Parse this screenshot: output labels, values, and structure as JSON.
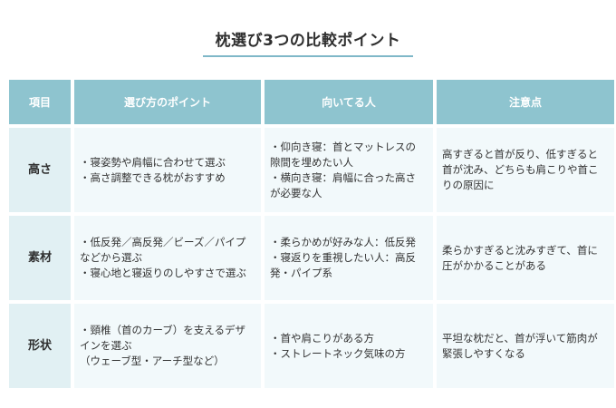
{
  "title": "枕選び3つの比較ポイント",
  "headers": [
    "項目",
    "選び方のポイント",
    "向いてる人",
    "注意点"
  ],
  "rows": [
    {
      "item": "高さ",
      "points": [
        "・寝姿勢や肩幅に合わせて選ぶ",
        "・高さ調整できる枕がおすすめ"
      ],
      "suited": [
        "・仰向き寝：首とマットレスの",
        "隙間を埋めたい人",
        "・横向き寝：肩幅に合った高さ",
        "が必要な人"
      ],
      "notes": [
        "高すぎると首が反り、低すぎると",
        "首が沈み、どちらも肩こりや首こ",
        "りの原因に"
      ]
    },
    {
      "item": "素材",
      "points": [
        "・低反発／高反発／ビーズ／パイプ",
        "などから選ぶ",
        "・寝心地と寝返りのしやすさで選ぶ"
      ],
      "suited": [
        "・柔らかめが好みな人：低反発",
        "・寝返りを重視したい人：高反",
        "発・パイプ系"
      ],
      "notes": [
        "柔らかすぎると沈みすぎて、首に",
        "圧がかかることがある"
      ]
    },
    {
      "item": "形状",
      "points": [
        "・頸椎（首のカーブ）を支えるデザ",
        "インを選ぶ",
        "（ウェーブ型・アーチ型など）"
      ],
      "suited": [
        "・首や肩こりがある方",
        "・ストレートネック気味の方"
      ],
      "notes": [
        "平坦な枕だと、首が浮いて筋肉が",
        "緊張しやすくなる"
      ]
    }
  ],
  "colors": {
    "header_bg": "#8ec4cf",
    "row_head_bg": "#e1f0f3",
    "cell_bg": "#f2f9fb",
    "title_underline": "#7fb8c8"
  }
}
